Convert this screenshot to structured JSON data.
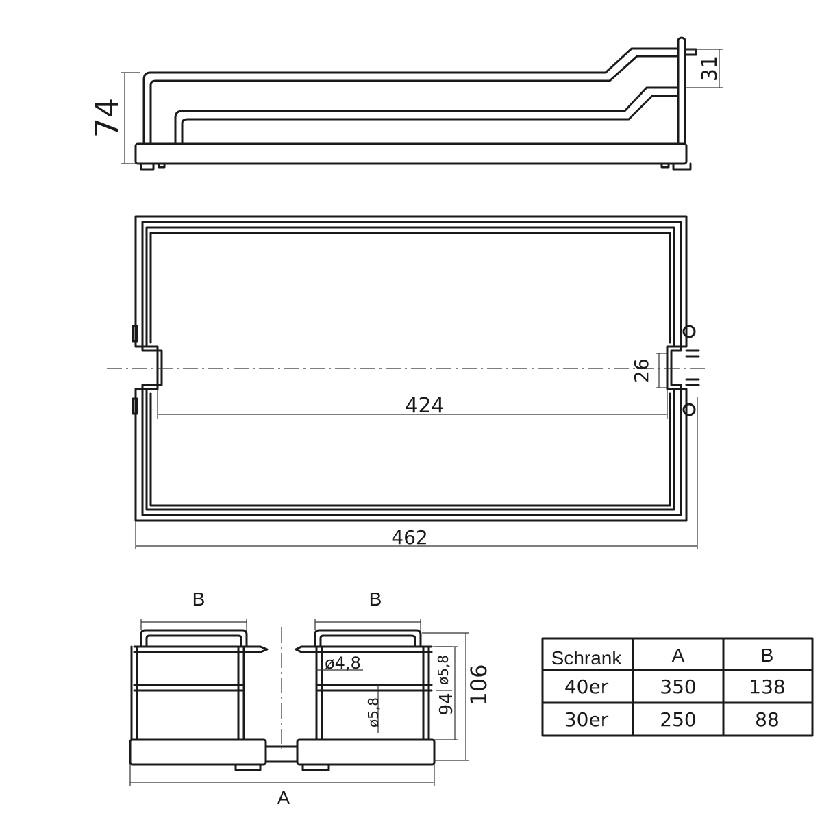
{
  "colors": {
    "line": "#1a1a1a",
    "background": "#ffffff"
  },
  "side_view": {
    "dim_height": "74",
    "dim_step": "31"
  },
  "top_view": {
    "dim_inner_width": "424",
    "dim_outer_width": "462",
    "dim_notch": "26"
  },
  "front_view": {
    "label_b_left": "B",
    "label_b_right": "B",
    "label_a": "A",
    "dim_wire_dia": "ø4,8",
    "dim_post_dia_inner": "ø5,8",
    "dim_post_dia_outer": "ø5,8",
    "dim_inner_height": "94",
    "dim_outer_height": "106"
  },
  "table": {
    "headers": [
      "Schrank",
      "A",
      "B"
    ],
    "rows": [
      [
        "40er",
        "350",
        "138"
      ],
      [
        "30er",
        "250",
        "88"
      ]
    ]
  }
}
